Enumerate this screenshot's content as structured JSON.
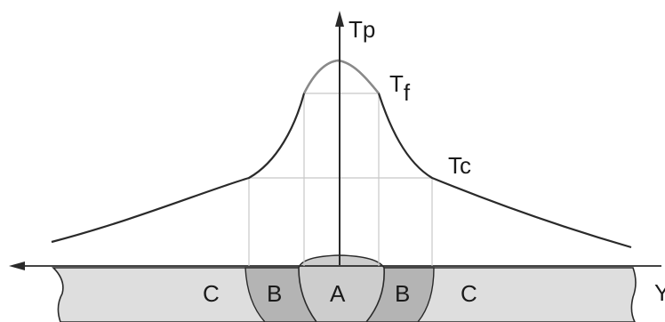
{
  "diagram": {
    "axis_label": {
      "main": "T",
      "sub": "p"
    },
    "curve_labels": [
      {
        "main": "T",
        "sub": "f"
      },
      {
        "main": "T",
        "sub": "c"
      }
    ],
    "partial_axis_label": "Y",
    "zones": [
      {
        "label": "C"
      },
      {
        "label": "B"
      },
      {
        "label": "A"
      },
      {
        "label": "B"
      },
      {
        "label": "C"
      }
    ],
    "colors": {
      "line": "#2a2a2a",
      "curve_top": "#8a8a8a",
      "plate": "#dedede",
      "zone_b": "#b4b4b4",
      "zone_a": "#cdcdcd",
      "guide": "#c8c8c8"
    }
  }
}
